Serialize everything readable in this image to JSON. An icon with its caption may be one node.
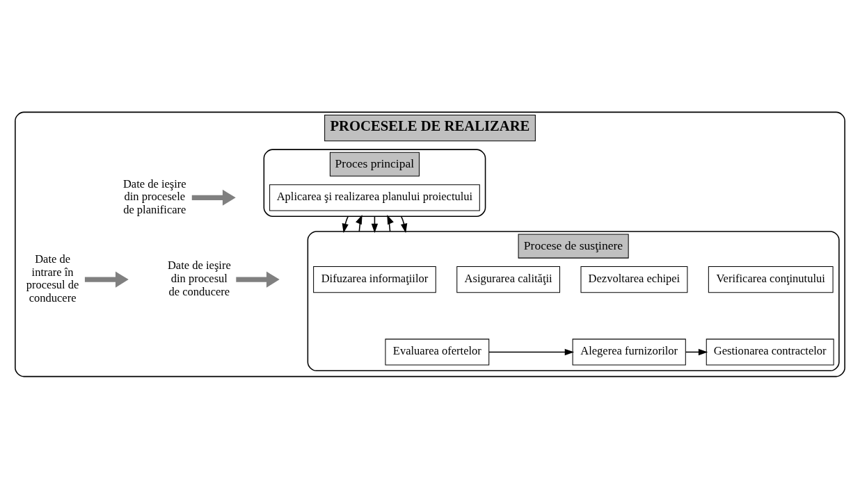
{
  "diagram": {
    "nodes": [
      {
        "text": [
          "PROCESELE DE REALIZARE"
        ]
      },
      {
        "text": [
          "Proces principal"
        ],
        "in": 0
      },
      {
        "text": [
          "Aplicarea şi realizarea planului proiectului"
        ],
        "in": 1
      },
      {
        "text": [
          "Procese de susţinere"
        ],
        "in": 0
      },
      {
        "text": [
          "Difuzarea informaţiilor"
        ],
        "in": 3
      },
      {
        "text": [
          "Dezvoltarea echipei"
        ],
        "in": 3
      },
      {
        "text": [
          "Asigurarea calităţii"
        ],
        "in": 3
      },
      {
        "text": [
          "Verificarea conţinutului"
        ],
        "in": 3
      },
      {
        "text": [
          "Evaluarea ofertelor"
        ],
        "in": 3
      },
      {
        "text": [
          "Alegerea furnizorilor"
        ],
        "in": 3
      },
      {
        "text": [
          "Gestionarea contractelor"
        ],
        "in": 3
      },
      {
        "text": [
          "Date de ieşire din procesele de planificare"
        ],
        "in": 0
      },
      {
        "text": [
          "Date de ieşire din procesul de conducere"
        ],
        "in": 0
      },
      {
        "text": [
          "Date de intrare în procesul de conducere"
        ],
        "in": 0
      }
    ],
    "edges": [
      {
        "from": 1,
        "to": 3,
        "arrow": "to"
      },
      {
        "from": 3,
        "to": 1,
        "arrow": "to"
      },
      {
        "from": 1,
        "to": 3,
        "arrow": "to"
      },
      {
        "from": 3,
        "to": 1,
        "arrow": "to"
      },
      {
        "from": 1,
        "to": 3,
        "arrow": "to"
      },
      {
        "from": 8,
        "to": 9,
        "arrow": "to"
      },
      {
        "from": 9,
        "to": 10,
        "arrow": "to"
      },
      {
        "from": 11,
        "to": null,
        "arrow": "to",
        "style": "thick",
        "color": "#808080"
      },
      {
        "from": 12,
        "to": null,
        "arrow": "to",
        "style": "thick",
        "color": "#808080"
      },
      {
        "from": 13,
        "to": null,
        "arrow": "to",
        "style": "thick",
        "color": "#808080"
      }
    ]
  }
}
